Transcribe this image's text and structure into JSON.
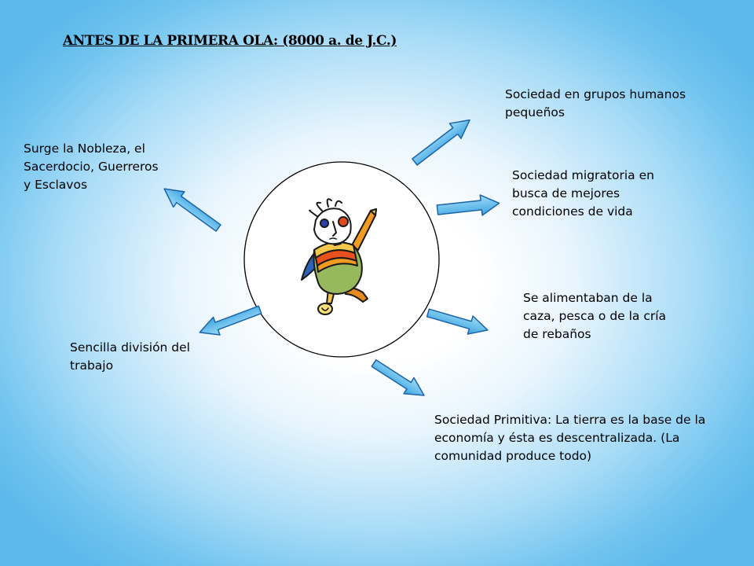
{
  "title": "ANTES DE LA PRIMERA OLA: (8000 a. de J.C.)",
  "labels": {
    "grupos": "Sociedad en grupos humanos pequeños",
    "nobleza": "Surge la Nobleza, el Sacerdocio, Guerreros y Esclavos",
    "migratoria": "Sociedad migratoria en busca de mejores condiciones de vida",
    "alimentaban": "Se alimentaban de la caza, pesca o de la cría de rebaños",
    "division": "Sencilla división del trabajo",
    "primitiva": "Sociedad Primitiva: La tierra es la base de la economía y ésta es descentralizada. (La comunidad produce todo)"
  },
  "colors": {
    "arrow_fill": "#6cc4ee",
    "arrow_stroke": "#1b62a8",
    "circle_fill": "#ffffff"
  },
  "icons": {
    "center": "cartoon-figure-icon"
  }
}
